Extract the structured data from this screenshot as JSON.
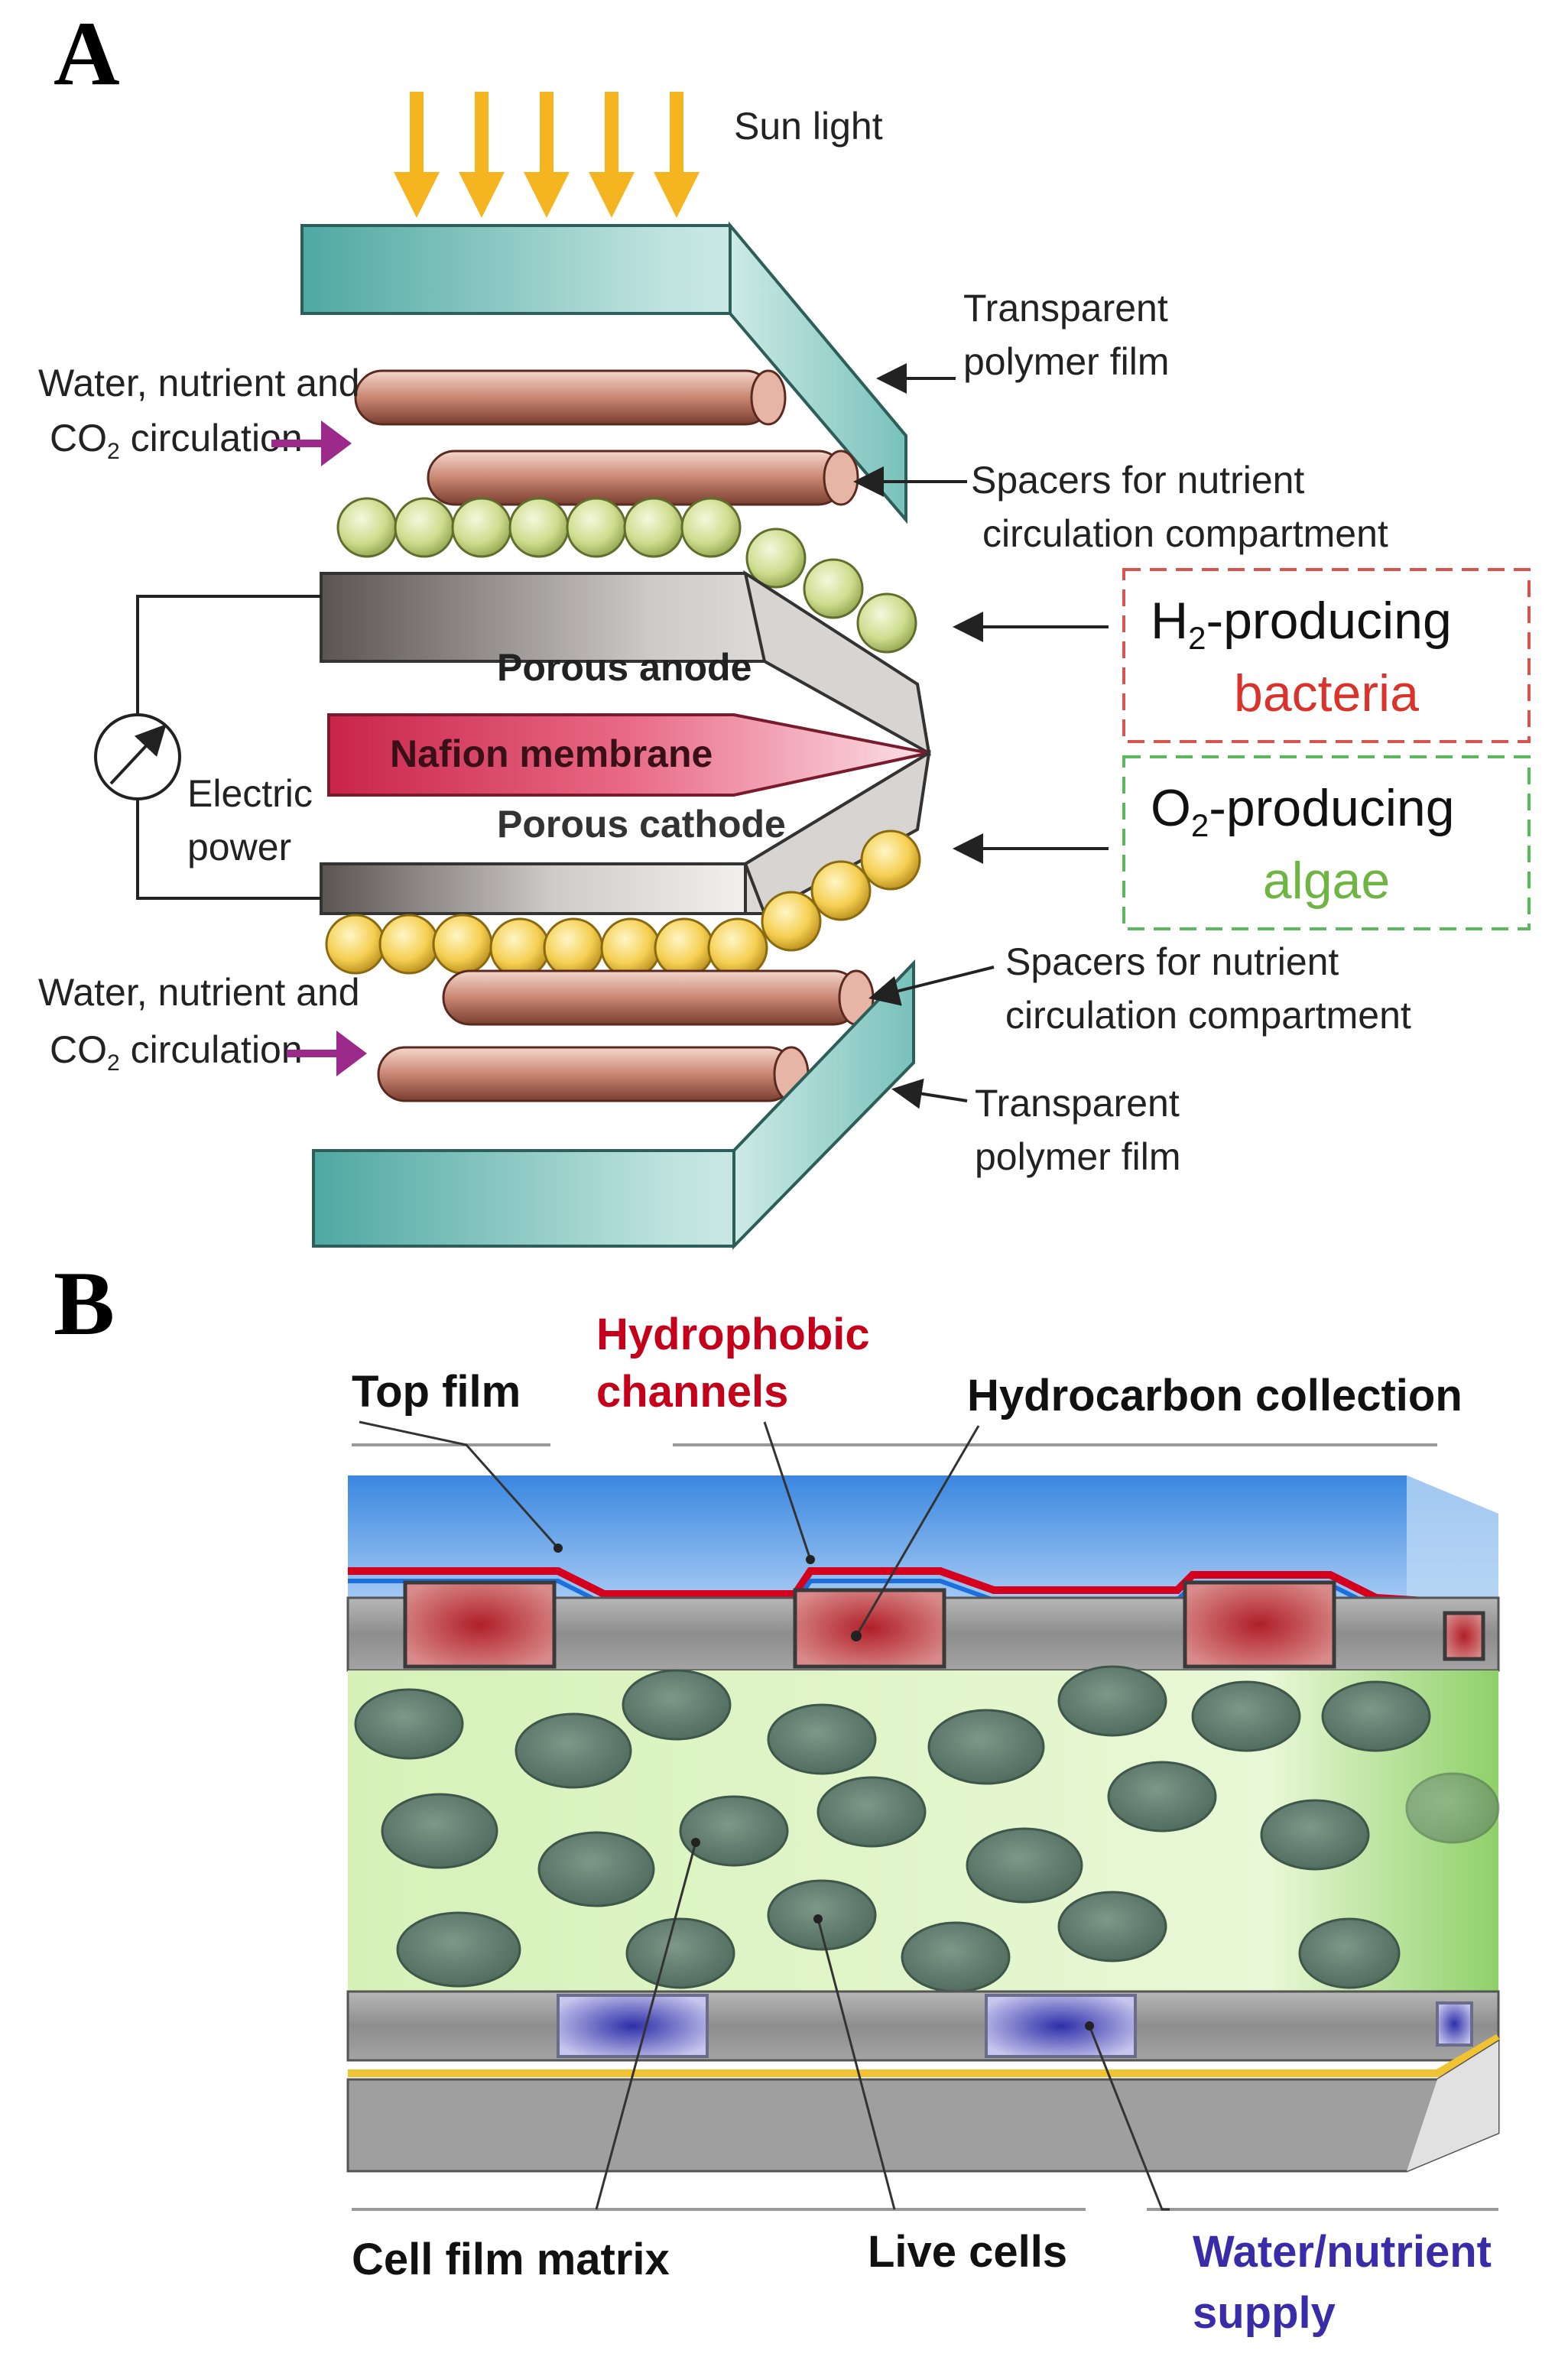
{
  "panel_a": {
    "letter": "A",
    "sun_light": "Sun light",
    "transparent_film_top": [
      "Transparent",
      "polymer film"
    ],
    "water_top": [
      "Water, nutrient and",
      "CO",
      "2",
      " circulation"
    ],
    "spacers_top": [
      "Spacers for nutrient",
      "circulation compartment"
    ],
    "porous_anode": "Porous anode",
    "nafion": "Nafion membrane",
    "porous_cathode": "Porous cathode",
    "electric_power": [
      "Electric",
      "power"
    ],
    "h2_box": {
      "prefix": "H",
      "sub": "2",
      "suffix": "-producing",
      "organism": "bacteria"
    },
    "o2_box": {
      "prefix": "O",
      "sub": "2",
      "suffix": "-producing",
      "organism": "algae"
    },
    "spacers_bottom": [
      "Spacers for nutrient",
      "circulation compartment"
    ],
    "water_bottom": [
      "Water, nutrient and",
      "CO",
      "2",
      " circulation"
    ],
    "transparent_film_bottom": [
      "Transparent",
      "polymer film"
    ]
  },
  "panel_b": {
    "letter": "B",
    "top_film": "Top film",
    "hydrophobic": [
      "Hydrophobic",
      "channels"
    ],
    "hydrocarbon": "Hydrocarbon collection",
    "cell_film_matrix": "Cell film matrix",
    "live_cells": "Live cells",
    "water_supply": [
      "Water/nutrient",
      "supply"
    ]
  },
  "colors": {
    "arrow_sun": "#f5b521",
    "magenta_arrow": "#9c2a8a",
    "red_box": "#d9534f",
    "green_box": "#5cb85c",
    "bacteria_text": "#d9332c",
    "algae_text": "#6fb544",
    "hydrophobic_text": "#c4001a",
    "water_text": "#3a2ca8"
  }
}
